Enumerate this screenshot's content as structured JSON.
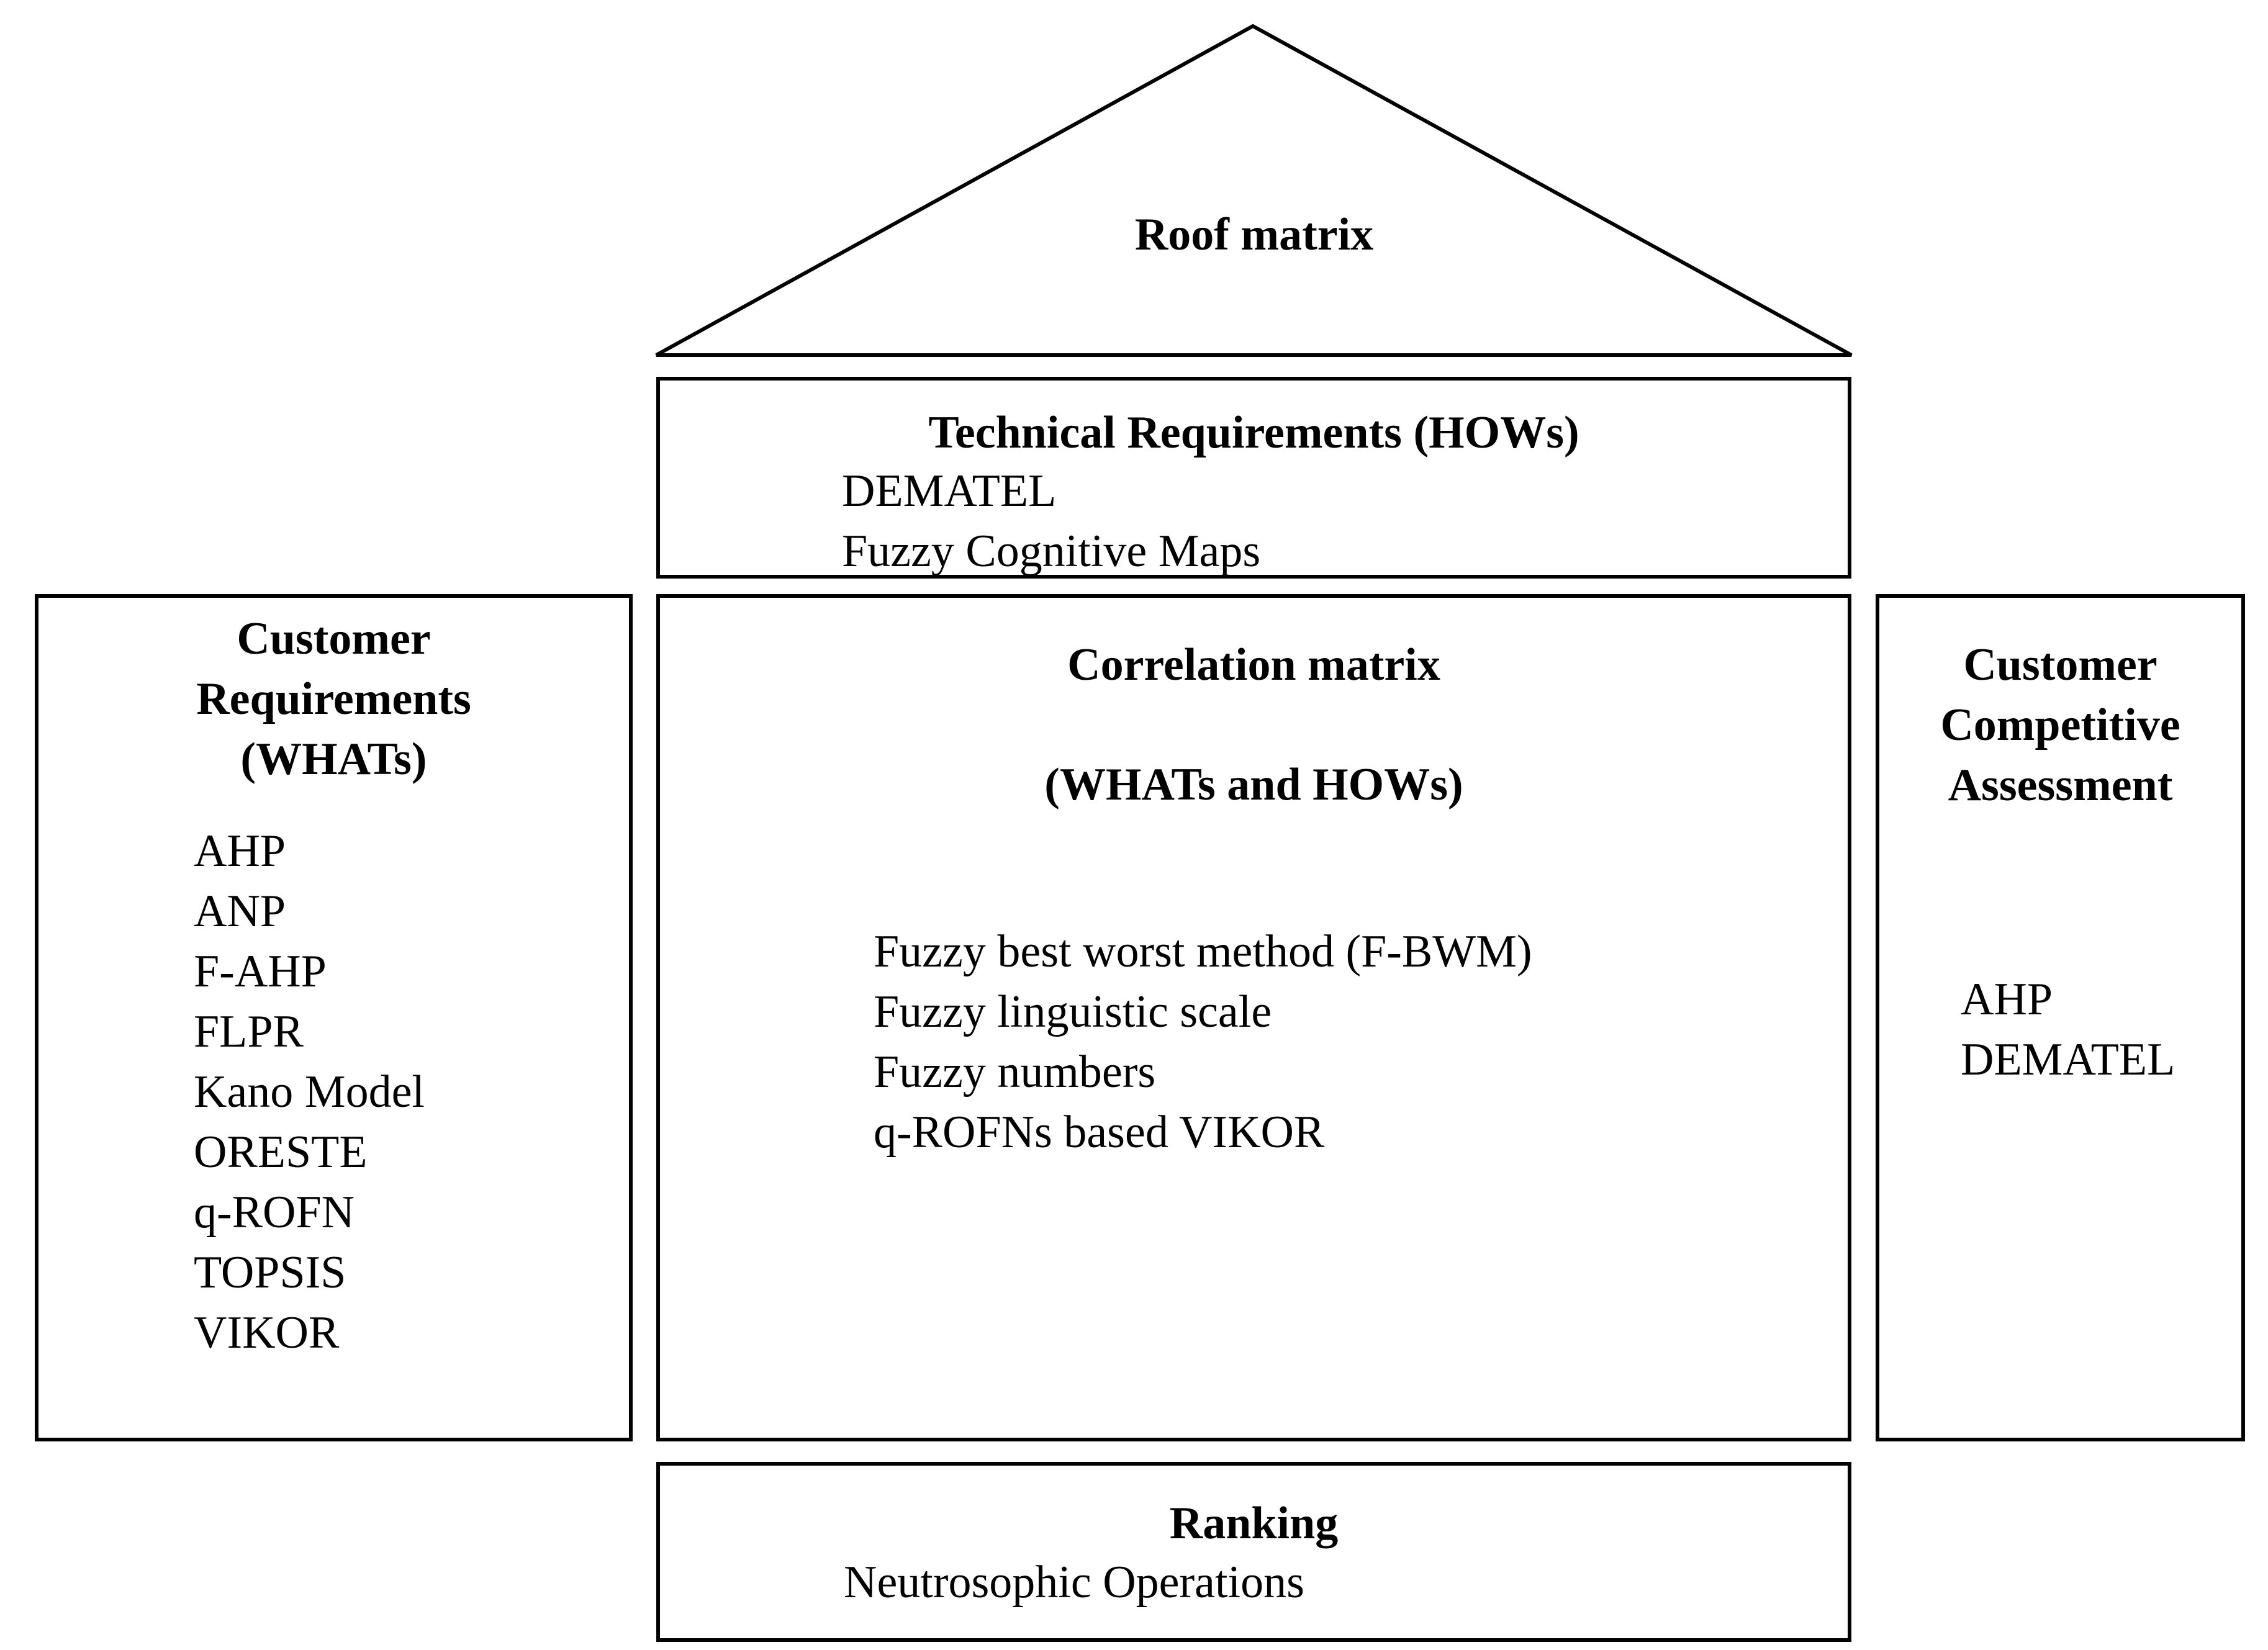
{
  "roof": {
    "title": "Roof matrix"
  },
  "technical_requirements": {
    "title": "Technical Requirements (HOWs)",
    "methods": [
      "DEMATEL",
      "Fuzzy Cognitive Maps"
    ]
  },
  "customer_requirements": {
    "title_lines": [
      "Customer",
      "Requirements",
      "(WHATs)"
    ],
    "methods": [
      "AHP",
      "ANP",
      "F-AHP",
      "FLPR",
      "Kano Model",
      "ORESTE",
      "q-ROFN",
      "TOPSIS",
      "VIKOR"
    ]
  },
  "correlation_matrix": {
    "title": "Correlation matrix",
    "subtitle": "(WHATs and HOWs)",
    "methods": [
      "Fuzzy best worst method (F-BWM)",
      "Fuzzy linguistic scale",
      "Fuzzy numbers",
      "q-ROFNs based VIKOR"
    ]
  },
  "competitive_assessment": {
    "title_lines": [
      "Customer",
      "Competitive",
      "Assessment"
    ],
    "methods": [
      "AHP",
      "DEMATEL"
    ]
  },
  "ranking": {
    "title": "Ranking",
    "methods": [
      "Neutrosophic Operations"
    ]
  }
}
